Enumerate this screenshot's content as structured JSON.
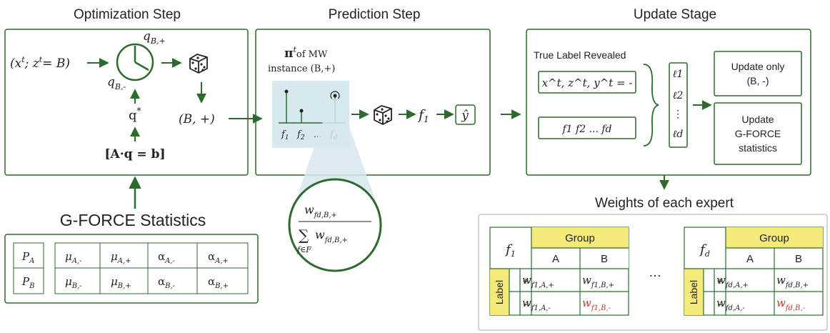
{
  "colors": {
    "green": "#2d6a2d",
    "light_blue": "#d7e8ee",
    "table_yellow": "#f5e97a",
    "highlight_red": "#c0392b"
  },
  "optimization": {
    "title": "Optimization Step",
    "input_label": "(x^t; z^t = B) →",
    "input_prefix": "(x",
    "input_mid": "; z",
    "input_suffix": "= B)",
    "t_sup": "t",
    "q_b_plus": "q",
    "q_b_plus_sub": "B,+",
    "q_b_minus": "q",
    "q_b_minus_sub": "B,-",
    "qstar": "q",
    "qstar_sup": "*",
    "constraint": "[A·q = b]",
    "output_label": "(B, +)",
    "icons": [
      "clock-icon",
      "dice-icon"
    ]
  },
  "prediction": {
    "title": "Prediction Step",
    "pi_symbol": "π",
    "pi_sup": "t",
    "pi_of": "of MW",
    "instance": "instance (B,+)",
    "experts": [
      "f1",
      "f2",
      "...",
      "fd"
    ],
    "f_sym": "f",
    "f1_sub": "1",
    "f2_sub": "2",
    "dots": "...",
    "fd_sub": "d",
    "output_f": "f",
    "output_f_sub": "1",
    "yhat": "ŷ",
    "zoom_numerator": "w",
    "zoom_num_sub": "fd,B,+",
    "zoom_sum": "∑",
    "zoom_sum_sub": "f∈F",
    "zoom_den": "w",
    "zoom_den_sub": "fd,B,+"
  },
  "update": {
    "title": "Update Stage",
    "true_label": "True Label Revealed",
    "revealed_box": "x^t, z^t, y^t = -",
    "experts_box": "f1 f2 ... fd",
    "losses": [
      "ℓ1",
      "ℓ2",
      "⋮",
      "ℓd"
    ],
    "update_only": "Update only",
    "update_only_group": "(B, -)",
    "update_gforce_1": "Update",
    "update_gforce_2": "G-FORCE",
    "update_gforce_3": "statistics"
  },
  "weights": {
    "title": "Weights of each expert",
    "tables": [
      {
        "expert": "f1",
        "group_header": "Group",
        "groups": [
          "A",
          "B"
        ],
        "label_header": "Label",
        "rows": [
          {
            "label": "+",
            "cells": [
              "w_f1,A,+",
              "w_f1,B,+"
            ]
          },
          {
            "label": "-",
            "cells": [
              "w_f1,A,-",
              "w_f1,B,-"
            ]
          }
        ]
      },
      {
        "expert": "fd",
        "group_header": "Group",
        "groups": [
          "A",
          "B"
        ],
        "label_header": "Label",
        "rows": [
          {
            "label": "+",
            "cells": [
              "w_fd,A,+",
              "w_fd,B,+"
            ]
          },
          {
            "label": "-",
            "cells": [
              "w_fd,A,-",
              "w_fd,B,-"
            ]
          }
        ]
      }
    ],
    "ellipsis": "…"
  },
  "gforce": {
    "title": "G-FORCE Statistics",
    "rows": [
      [
        "P_A",
        "μ_A,-",
        "μ_A,+",
        "α_A,-",
        "α_A,+"
      ],
      [
        "P_B",
        "μ_B,-",
        "μ_B,+",
        "α_B,-",
        "α_B,+"
      ]
    ]
  }
}
